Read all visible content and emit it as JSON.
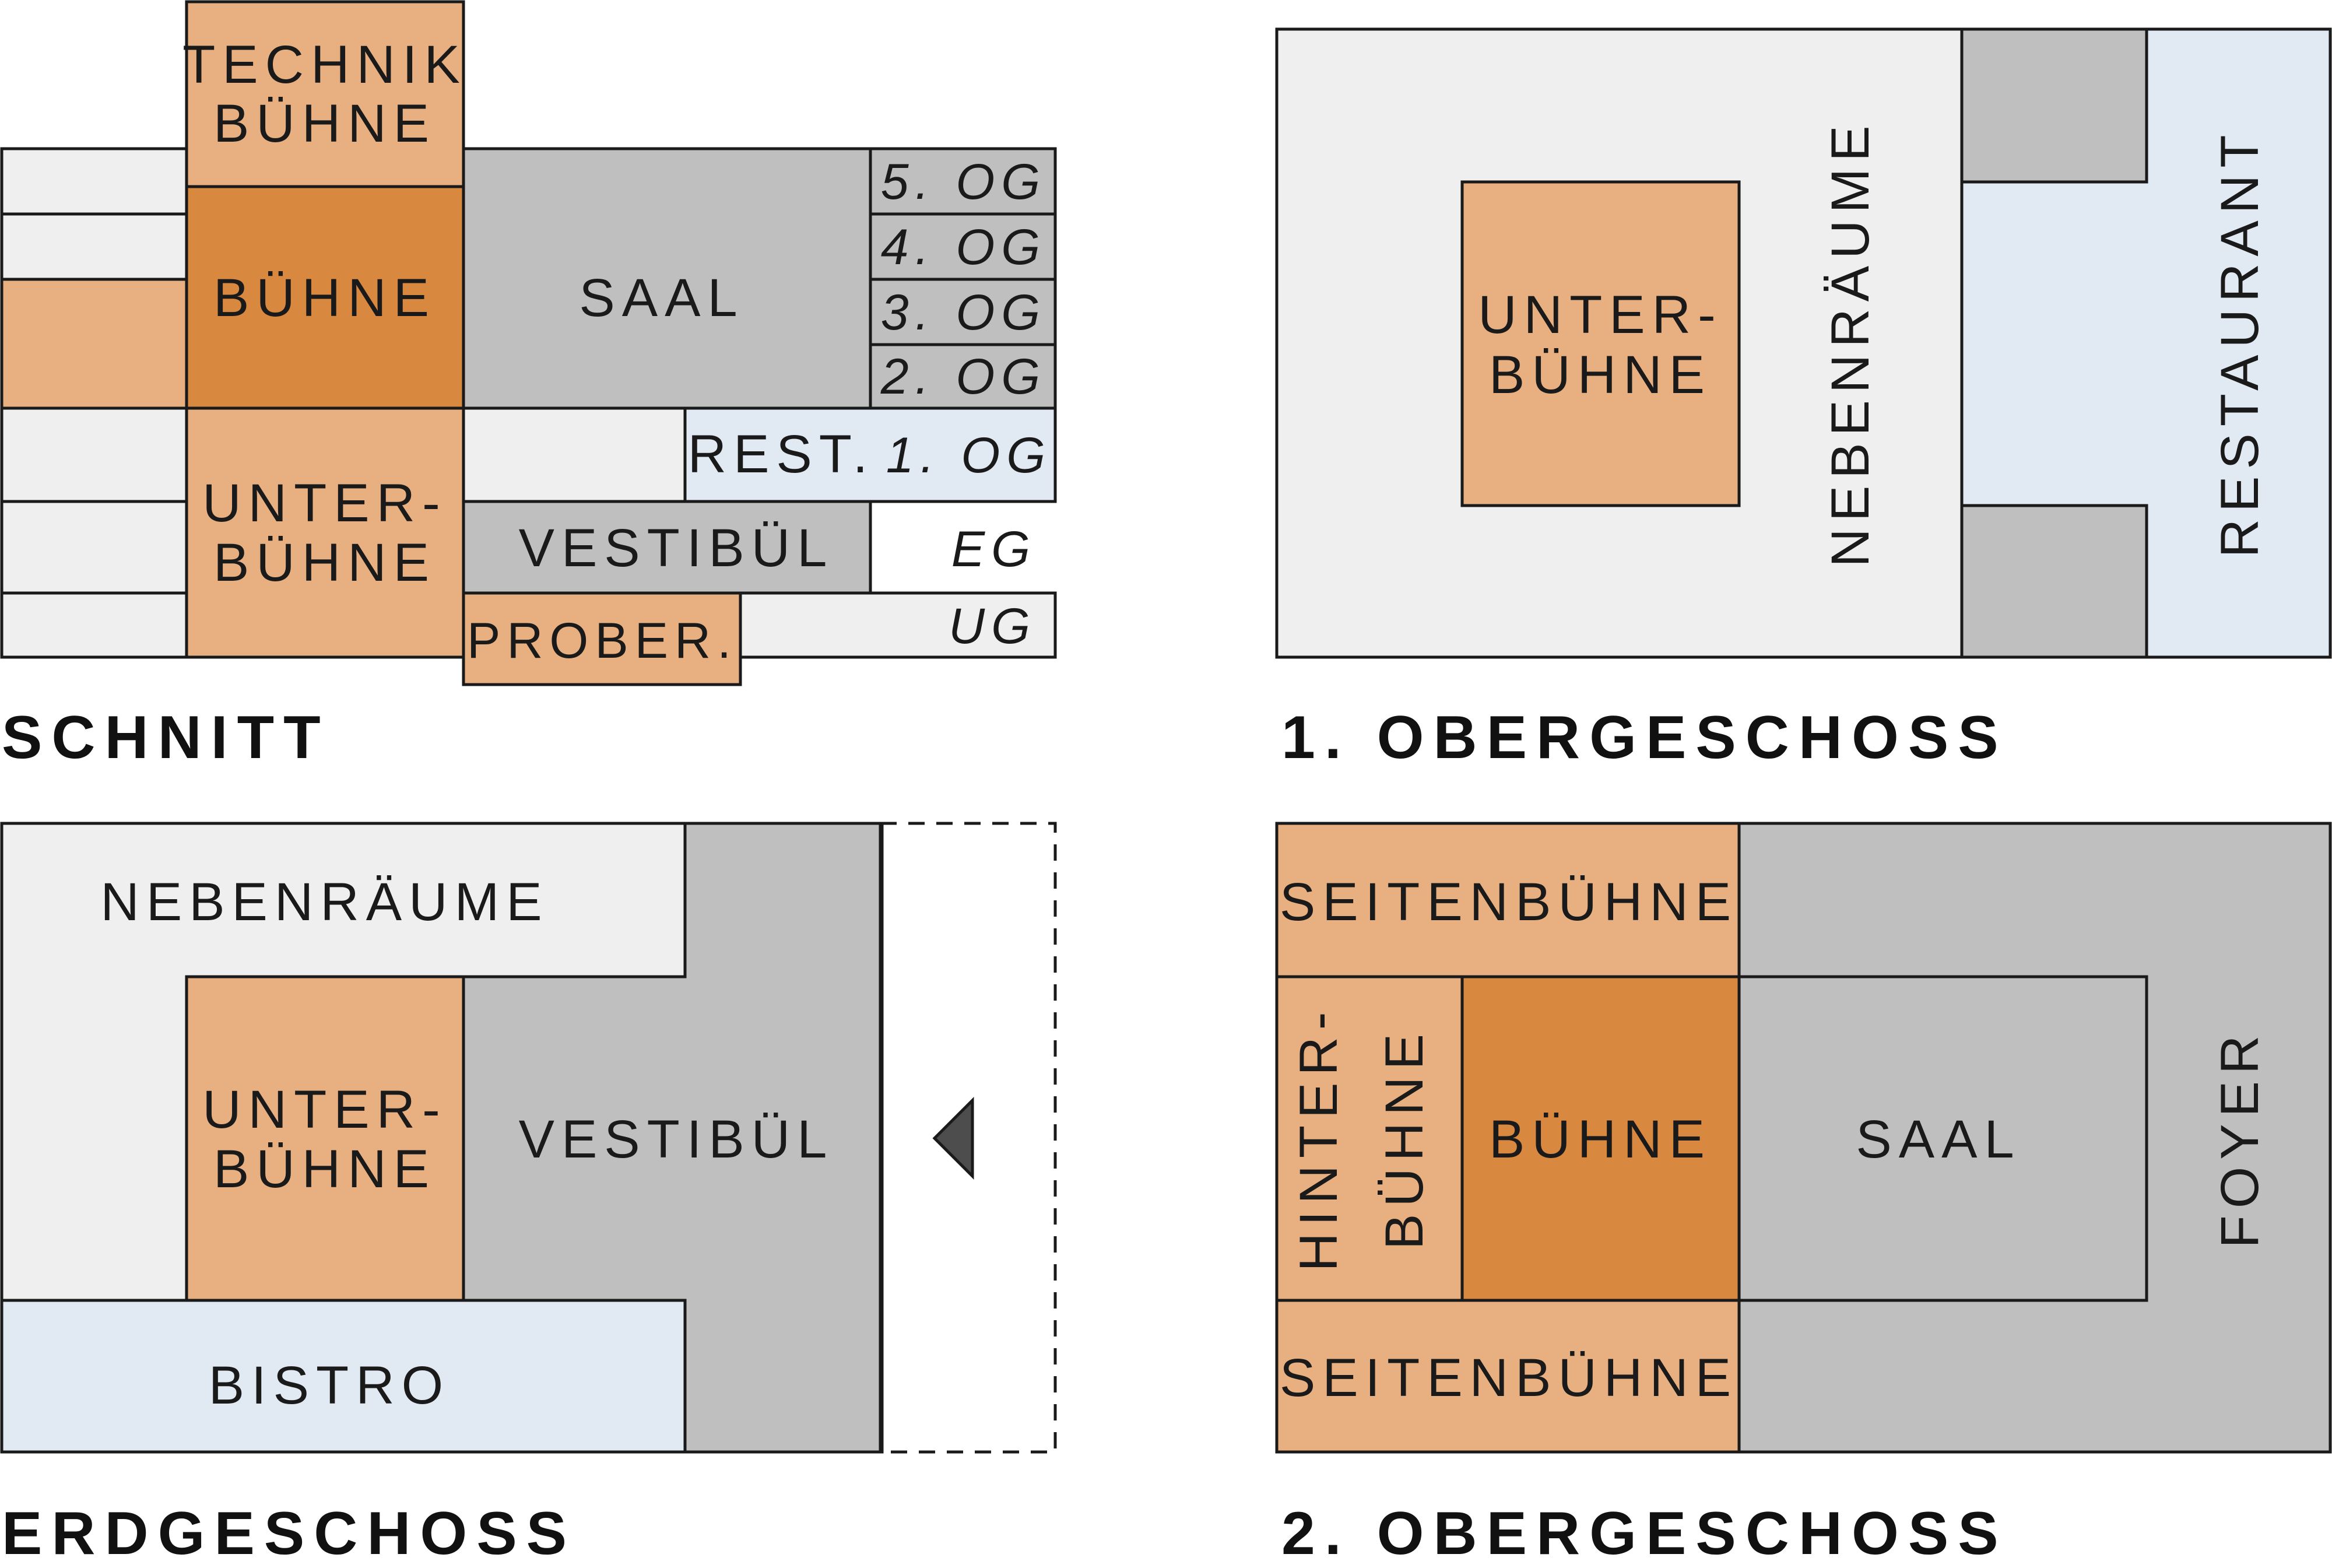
{
  "panels": {
    "schnitt": {
      "title": "SCHNITT",
      "technik": [
        "TECHNIK",
        "BÜHNE"
      ],
      "buehne": "BÜHNE",
      "saal": "SAAL",
      "unterbuehne": [
        "UNTER-",
        "BÜHNE"
      ],
      "rest": "REST.",
      "vestibuel": "VESTIBÜL",
      "prober": "PROBER.",
      "floors": [
        "5. OG",
        "4. OG",
        "3. OG",
        "2. OG",
        "1. OG",
        "EG",
        "UG"
      ]
    },
    "og1": {
      "title": "1. OBERGESCHOSS",
      "unterbuehne": [
        "UNTER-",
        "BÜHNE"
      ],
      "nebenraeume": "NEBENRÄUME",
      "restaurant": "RESTAURANT"
    },
    "eg": {
      "title": "ERDGESCHOSS",
      "nebenraeume": "NEBENRÄUME",
      "unterbuehne": [
        "UNTER-",
        "BÜHNE"
      ],
      "vestibuel": "VESTIBÜL",
      "bistro": "BISTRO",
      "entrance_icon": "triangle-left-icon"
    },
    "og2": {
      "title": "2. OBERGESCHOSS",
      "seitenbuehne_top": "SEITENBÜHNE",
      "hinterbuehne": [
        "HINTER-",
        "BÜHNE"
      ],
      "buehne": "BÜHNE",
      "saal": "SAAL",
      "foyer": "FOYER",
      "seitenbuehne_bottom": "SEITENBÜHNE"
    }
  },
  "colors": {
    "light_gray": "#efefef",
    "gray": "#bfbfbf",
    "orange_light": "#e8b080",
    "orange_dark": "#d98840",
    "light_blue": "#e1e9f2",
    "stroke": "#1a1a1a"
  }
}
